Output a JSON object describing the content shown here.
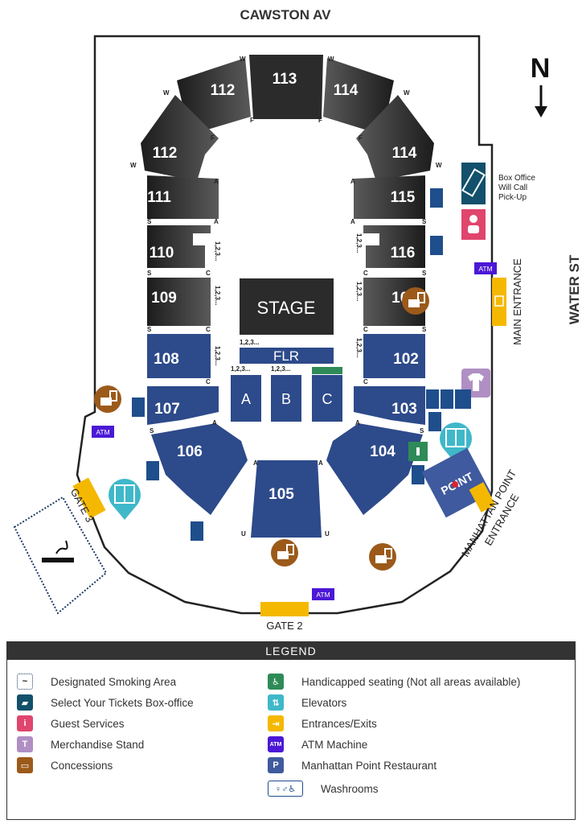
{
  "streets": {
    "north": "CAWSTON AV",
    "east": "WATER ST"
  },
  "compass": {
    "label": "N"
  },
  "stage": "STAGE",
  "floor": {
    "label": "FLR",
    "row_hint": "1,2,3...",
    "sections": [
      "A",
      "B",
      "C"
    ]
  },
  "sections": [
    "112",
    "113",
    "114",
    "112",
    "114",
    "111",
    "115",
    "110",
    "116",
    "109",
    "101",
    "108",
    "102",
    "107",
    "103",
    "106",
    "104",
    "105"
  ],
  "row_letters": {
    "W": "W",
    "F": "F",
    "A": "A",
    "S": "S",
    "C": "C",
    "U": "U",
    "rows": "1,2,3..."
  },
  "box_office": [
    "Box Office",
    "Will Call",
    "Pick-Up"
  ],
  "entrances": {
    "main": "MAIN ENTRANCE",
    "manhattan": [
      "MANHATTAN POINT",
      "ENTRANCE"
    ],
    "gate3": "GATE 3",
    "gate2": "GATE 2"
  },
  "atm_label": "ATM",
  "restaurant_sign": "POINT",
  "colors": {
    "dark_section": "#2b2b2b",
    "blue_section": "#2d4a8a",
    "concession": "#9c5a1a",
    "elevator": "#3fb8c9",
    "entrance": "#f5b800",
    "atm": "#4b18d6",
    "guest_services": "#e0456d",
    "box_office": "#12506b",
    "merch": "#b08fc4",
    "handicap": "#2e8b57",
    "washroom": "#1f4e8c"
  },
  "legend": {
    "title": "LEGEND",
    "left": [
      {
        "icon": "smoking-icon",
        "label": "Designated Smoking Area"
      },
      {
        "icon": "ticket-icon",
        "label": "Select Your Tickets Box-office"
      },
      {
        "icon": "guest-services-icon",
        "label": "Guest Services"
      },
      {
        "icon": "tshirt-icon",
        "label": "Merchandise Stand"
      },
      {
        "icon": "concessions-icon",
        "label": "Concessions"
      }
    ],
    "right": [
      {
        "icon": "handicap-icon",
        "label": "Handicapped seating (Not all areas available)"
      },
      {
        "icon": "elevator-icon",
        "label": "Elevators"
      },
      {
        "icon": "exit-icon",
        "label": "Entrances/Exits"
      },
      {
        "icon": "atm-icon",
        "label": "ATM Machine"
      },
      {
        "icon": "restaurant-icon",
        "label": "Manhattan Point Restaurant"
      },
      {
        "icon": "washroom-icon",
        "label": "Washrooms"
      }
    ]
  }
}
